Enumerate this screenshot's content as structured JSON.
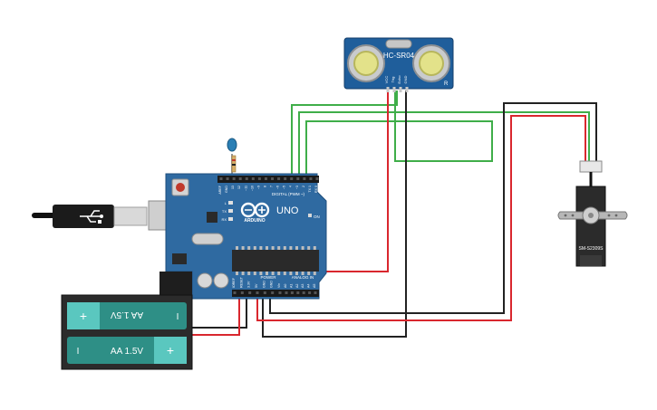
{
  "colors": {
    "wire_red": "#d9272e",
    "wire_black": "#222222",
    "wire_green": "#3fae49",
    "board": "#2f6aa1",
    "battery": "#2e8f86",
    "battery_cap": "#5ac7bf",
    "servo": "#2b2b2b",
    "sensor": "#1f5e9b"
  },
  "sensor": {
    "model": "HC-SR04",
    "pins": [
      "VCC",
      "Trig",
      "Echo",
      "GND"
    ],
    "corner_mark": "R"
  },
  "arduino": {
    "brand": "ARDUINO",
    "model": "UNO",
    "digital_header": "DIGITAL (PWM ~)",
    "digital_pins": [
      "AREF",
      "GND",
      "13",
      "12",
      "~11",
      "~10",
      "~9",
      "8",
      "7",
      "~6",
      "~5",
      "4",
      "~3",
      "2",
      "TX 1",
      "RX 0"
    ],
    "power_header": "POWER",
    "power_pins": [
      "IOREF",
      "RESET",
      "3.3V",
      "5V",
      "GND",
      "GND",
      "Vin"
    ],
    "analog_header": "ANALOG IN",
    "analog_pins": [
      "A0",
      "A1",
      "A2",
      "A3",
      "A4",
      "A5"
    ],
    "led_labels": [
      "L",
      "TX",
      "RX"
    ],
    "on_label": "ON"
  },
  "battery": {
    "cells": [
      {
        "label": "AA 1.5V",
        "plus": "+",
        "minus": "I"
      },
      {
        "label": "AA 1.5V",
        "plus": "+",
        "minus": "I"
      }
    ]
  },
  "servo": {
    "model": "SM-S2309S"
  }
}
